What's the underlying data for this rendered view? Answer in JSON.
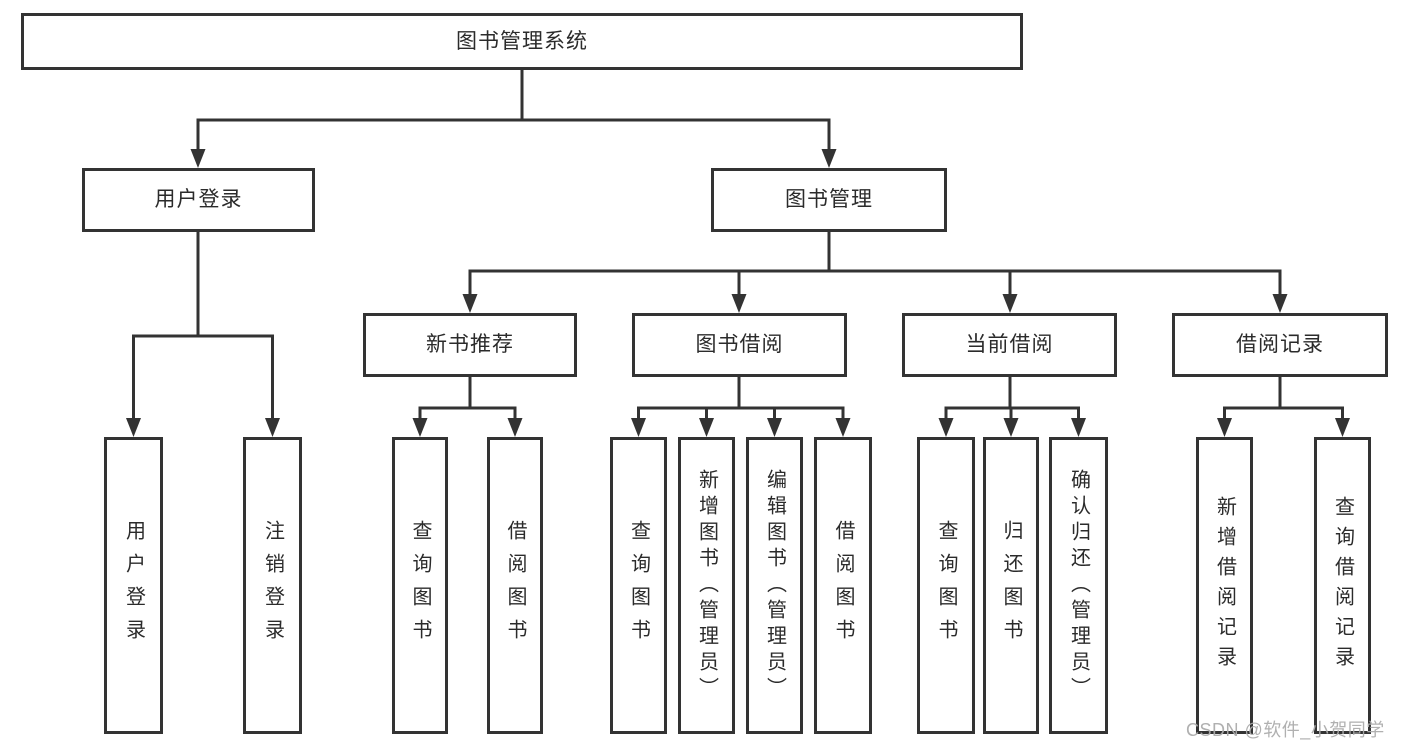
{
  "diagram": {
    "root": {
      "label": "图书管理系统"
    },
    "level2": [
      {
        "id": "user-login",
        "label": "用户登录"
      },
      {
        "id": "book-management",
        "label": "图书管理"
      }
    ],
    "level3": [
      {
        "id": "new-book-recommend",
        "label": "新书推荐",
        "parent": "图书管理"
      },
      {
        "id": "book-borrow",
        "label": "图书借阅",
        "parent": "图书管理"
      },
      {
        "id": "current-borrow",
        "label": "当前借阅",
        "parent": "图书管理"
      },
      {
        "id": "borrow-record",
        "label": "借阅记录",
        "parent": "图书管理"
      }
    ],
    "level4": [
      {
        "id": "leaf-user-login",
        "label": "用户登录",
        "parent": "用户登录"
      },
      {
        "id": "leaf-logout",
        "label": "注销登录",
        "parent": "用户登录"
      },
      {
        "id": "leaf-query-book-1",
        "label": "查询图书",
        "parent": "新书推荐"
      },
      {
        "id": "leaf-borrow-book-1",
        "label": "借阅图书",
        "parent": "新书推荐"
      },
      {
        "id": "leaf-query-book-2",
        "label": "查询图书",
        "parent": "图书借阅"
      },
      {
        "id": "leaf-add-book-admin",
        "label": "新增图书（管理员）",
        "parent": "图书借阅"
      },
      {
        "id": "leaf-edit-book-admin",
        "label": "编辑图书（管理员）",
        "parent": "图书借阅"
      },
      {
        "id": "leaf-borrow-book-2",
        "label": "借阅图书",
        "parent": "图书借阅"
      },
      {
        "id": "leaf-query-book-3",
        "label": "查询图书",
        "parent": "当前借阅"
      },
      {
        "id": "leaf-return-book",
        "label": "归还图书",
        "parent": "当前借阅"
      },
      {
        "id": "leaf-confirm-return-admin",
        "label": "确认归还（管理员）",
        "parent": "当前借阅"
      },
      {
        "id": "leaf-add-borrow-record",
        "label": "新增借阅记录",
        "parent": "借阅记录"
      },
      {
        "id": "leaf-query-borrow-record",
        "label": "查询借阅记录",
        "parent": "借阅记录"
      }
    ],
    "watermark": "CSDN @软件_小贺同学",
    "colors": {
      "line": "#333333",
      "box_border": "#333333",
      "watermark": "#acacac"
    }
  }
}
